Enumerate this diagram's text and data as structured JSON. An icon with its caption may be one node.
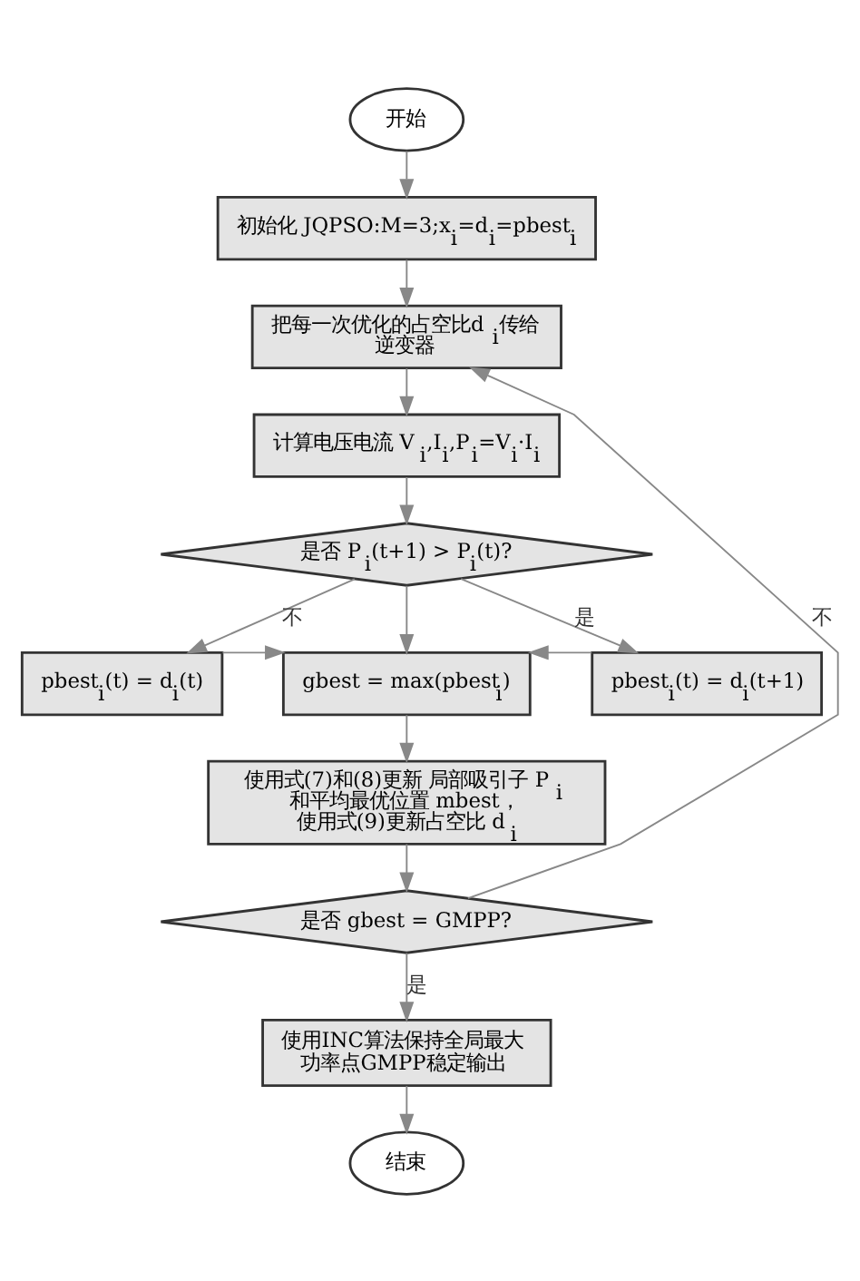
{
  "diagram": {
    "nodes": [
      {
        "text": [
          "开始"
        ]
      },
      {
        "text": [
          "初始化 JQPSO:M=3;x$_{i}$=d$_{i}$=pbest$_{i}$"
        ]
      },
      {
        "text": [
          "把每一次优化的占空比d$_{i}$传给逆变器"
        ]
      },
      {
        "text": [
          "计算电压电流 V$_{i}$,I$_{i}$,P$_{i}$=V$_{i}$·I$_{i}$"
        ]
      },
      {
        "text": [
          "是否 P$_{i}$(t+1) > P$_{i}$(t)?"
        ]
      },
      {
        "text": [
          "pbest$_{i}$(t) = d$_{i}$(t)"
        ]
      },
      {
        "text": [
          "gbest = max(pbest$_{i}$)"
        ]
      },
      {
        "text": [
          "pbest$_{i}$(t) = d$_{i}$(t+1)"
        ]
      },
      {
        "text": [
          "使用式(7)和(8)更新 局部吸引子 P$_{i}$ 和平均最优位置 mbest，使用式(9)更新占空比 d$_{i}$"
        ]
      },
      {
        "text": [
          "是否 gbest = GMPP?"
        ]
      },
      {
        "text": [
          "使用INC算法保持全局最大功率点GMPP稳定输出"
        ]
      },
      {
        "text": [
          "结束"
        ]
      }
    ],
    "edges": [
      {
        "from": 0,
        "to": 1,
        "arrow": "to"
      },
      {
        "from": 1,
        "to": 2,
        "arrow": "to"
      },
      {
        "from": 2,
        "to": 3,
        "arrow": "to"
      },
      {
        "from": 3,
        "to": 4,
        "arrow": "to"
      },
      {
        "from": 4,
        "to": 5,
        "arrow": "to",
        "label": "不"
      },
      {
        "from": 4,
        "to": 6,
        "arrow": "to"
      },
      {
        "from": 4,
        "to": 7,
        "arrow": "to",
        "label": "是"
      },
      {
        "from": 5,
        "to": 6,
        "arrow": "to"
      },
      {
        "from": 7,
        "to": 6,
        "arrow": "to"
      },
      {
        "from": 6,
        "to": 8,
        "arrow": "to"
      },
      {
        "from": 8,
        "to": 9,
        "arrow": "to"
      },
      {
        "from": 9,
        "to": 10,
        "arrow": "to",
        "label": "是"
      },
      {
        "from": 9,
        "to": 2,
        "arrow": "to",
        "label": "不"
      },
      {
        "from": 10,
        "to": 11,
        "arrow": "to"
      }
    ]
  }
}
